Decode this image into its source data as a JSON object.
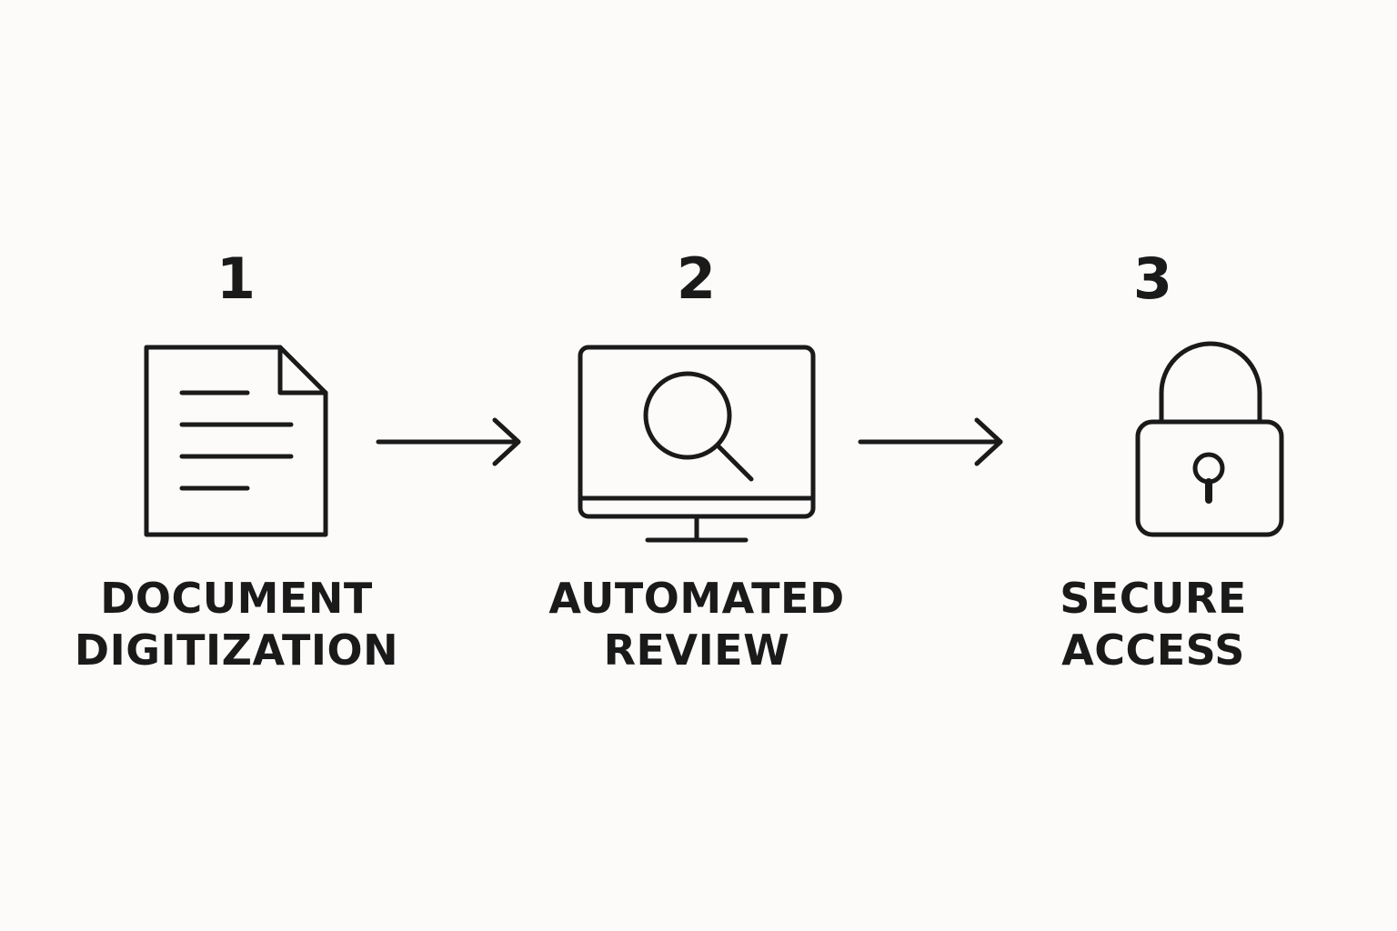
{
  "steps": [
    {
      "number": "1",
      "label_line1": "DOCUMENT",
      "label_line2": "DIGITIZATION",
      "icon": "document-icon"
    },
    {
      "number": "2",
      "label_line1": "AUTOMATED",
      "label_line2": "REVIEW",
      "icon": "monitor-magnifier-icon"
    },
    {
      "number": "3",
      "label_line1": "SECURE",
      "label_line2": "ACCESS",
      "icon": "padlock-icon"
    }
  ],
  "arrows": [
    "arrow-right-icon",
    "arrow-right-icon"
  ],
  "colors": {
    "background": "#fcfbf9",
    "ink": "#1a1a1a"
  }
}
